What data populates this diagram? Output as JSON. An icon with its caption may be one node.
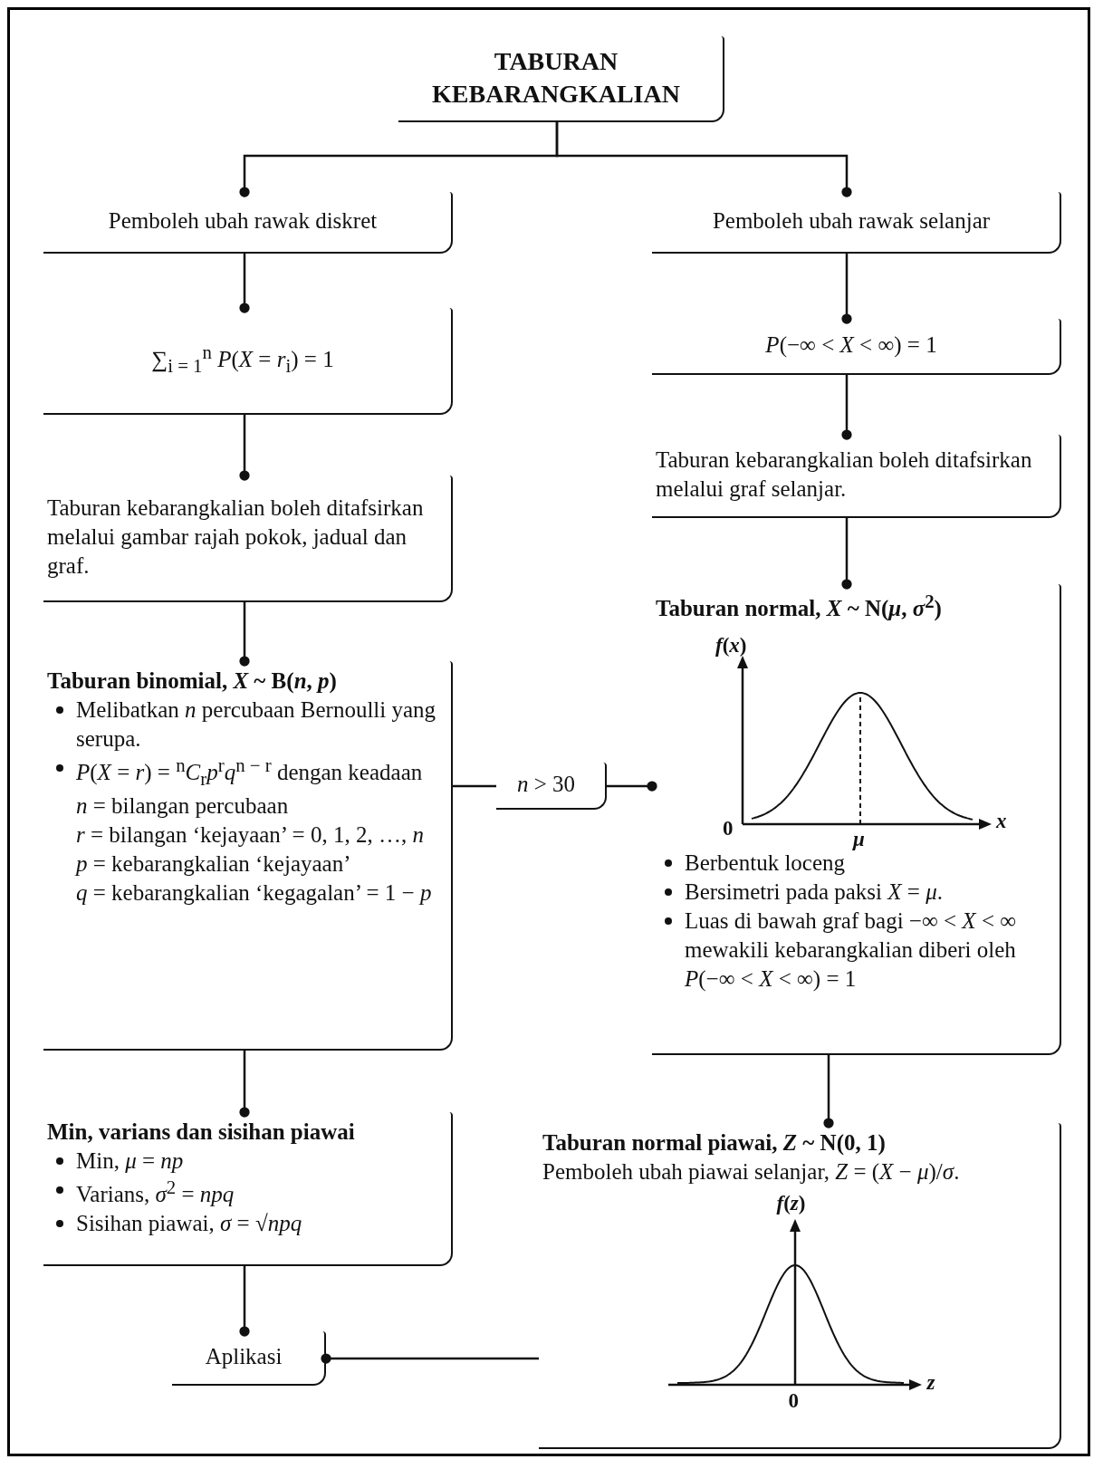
{
  "diagram": {
    "nodes": [
      {
        "text": [
          "TABURAN KEBARANGKALIAN"
        ]
      },
      {
        "text": [
          "Pemboleh ubah rawak diskret"
        ]
      },
      {
        "text": [
          "Pemboleh ubah rawak selanjar"
        ]
      },
      {
        "text": [
          "∑$_{i = 1}$$^{n}$ *P*(*X* = *r*$_{i}$) = 1"
        ]
      },
      {
        "text": [
          "*P*(−∞ < *X* < ∞) = 1"
        ]
      },
      {
        "text": [
          "Taburan kebarangkalian boleh ditafsirkan melalui gambar rajah pokok, jadual dan graf."
        ]
      },
      {
        "text": [
          "Taburan kebarangkalian boleh ditafsirkan melalui graf selanjar."
        ]
      },
      {
        "text": [
          "Taburan binomial, *X* ~ B(*n*, *p*)",
          "Melibatkan *n* percubaan Bernoulli yang serupa.",
          "*P*(*X* = *r*) = $^{n}$*C*$_{r}$*p*$^{r}$*q*$^{n − r}$ dengan keadaan",
          "*n* = bilangan percubaan",
          "*r* = bilangan ‘kejayaan’ = 0, 1, 2, …, *n*",
          "*p* = kebarangkalian ‘kejayaan’",
          "*q* = kebarangkalian ‘kegagalan’ = 1 − *p*"
        ]
      },
      {
        "text": [
          "Taburan normal, *X* ~ N(*μ*, *σ*$^{2}$)",
          "Berbentuk loceng",
          "Bersimetri pada paksi *X* = *μ*.",
          "Luas di bawah graf bagi −∞ < *X* < ∞ mewakili kebarangkalian diberi oleh *P*(−∞ < *X* < ∞) = 1"
        ]
      },
      {
        "text": [
          "*n* > 30"
        ]
      },
      {
        "text": [
          "Min, varians dan sisihan piawai",
          "Min, *μ* = *np*",
          "Varians, *σ*$^{2}$ = *npq*",
          "Sisihan piawai, *σ* = √*npq*"
        ]
      },
      {
        "text": [
          "Taburan normal piawai, *Z* ~ N(0, 1)",
          "Pemboleh ubah piawai selanjar, *Z* = (*X* − *μ*)/*σ*."
        ]
      },
      {
        "text": [
          "Aplikasi"
        ]
      }
    ],
    "edges": [
      {
        "from": 0,
        "to": 1,
        "arrow": "other"
      },
      {
        "from": 0,
        "to": 2,
        "arrow": "other"
      },
      {
        "from": 1,
        "to": 3,
        "arrow": "other"
      },
      {
        "from": 3,
        "to": 5,
        "arrow": "other"
      },
      {
        "from": 5,
        "to": 7,
        "arrow": "other"
      },
      {
        "from": 7,
        "to": 10,
        "arrow": "other"
      },
      {
        "from": 10,
        "to": 12,
        "arrow": "other"
      },
      {
        "from": 2,
        "to": 4,
        "arrow": "other"
      },
      {
        "from": 4,
        "to": 6,
        "arrow": "other"
      },
      {
        "from": 6,
        "to": 8,
        "arrow": "other"
      },
      {
        "from": 7,
        "to": 9,
        "arrow": "none"
      },
      {
        "from": 9,
        "to": 8,
        "arrow": "other"
      },
      {
        "from": 8,
        "to": 11,
        "arrow": "other"
      },
      {
        "from": 11,
        "to": 12,
        "arrow": "other"
      }
    ],
    "labels": [
      "*f*(*x*)",
      "0",
      "*μ*",
      "*x*",
      "*f*(*z*)",
      "0",
      "*z*"
    ]
  }
}
